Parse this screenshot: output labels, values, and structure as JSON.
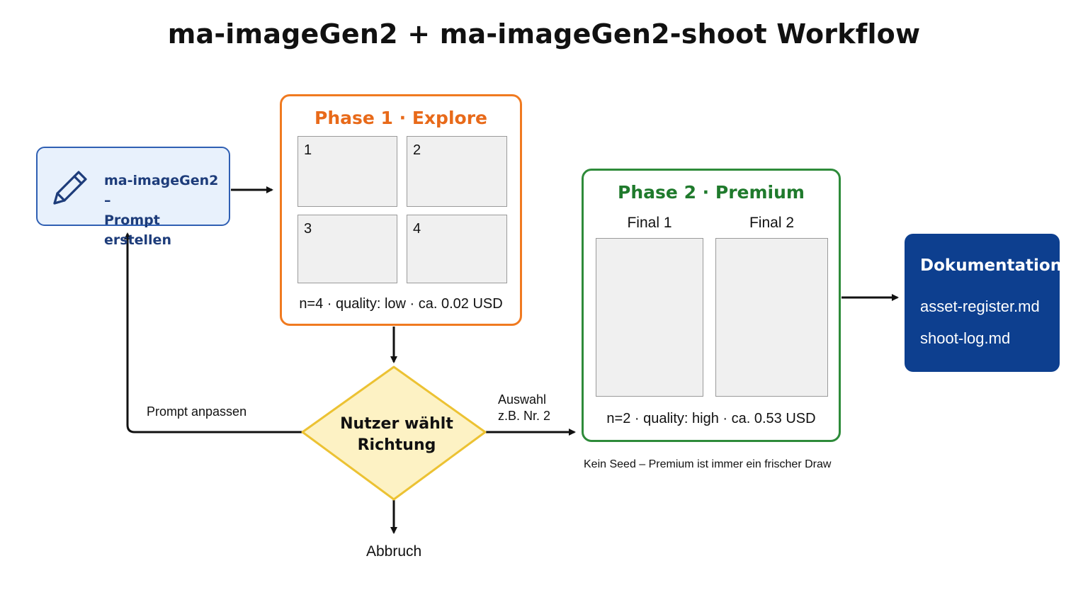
{
  "title": "ma-imageGen2 + ma-imageGen2-shoot Workflow",
  "colors": {
    "prompt_border": "#2f5fb3",
    "prompt_fill": "#e8f1fc",
    "phase1_accent": "#f07a20",
    "phase2_accent": "#2e8b3a",
    "decision_fill": "#fdf2c4",
    "decision_border": "#ecc233",
    "doc_fill": "#0d3f8f"
  },
  "prompt_node": {
    "icon": "pencil-icon",
    "label_line1": "ma-imageGen2 –",
    "label_line2": "Prompt erstellen"
  },
  "phase1": {
    "title": "Phase 1 · Explore",
    "thumbs": [
      "1",
      "2",
      "3",
      "4"
    ],
    "caption": "n=4 · quality: low · ca. 0.02 USD"
  },
  "decision": {
    "label_line1": "Nutzer wählt",
    "label_line2": "Richtung"
  },
  "edges": {
    "loop_back": "Prompt anpassen",
    "select_line1": "Auswahl",
    "select_line2": "z.B. Nr. 2",
    "abort": "Abbruch"
  },
  "phase2": {
    "title": "Phase 2 · Premium",
    "finals": [
      "Final 1",
      "Final 2"
    ],
    "caption": "n=2 · quality: high · ca. 0.53 USD",
    "note": "Kein Seed – Premium ist immer ein frischer Draw"
  },
  "documentation": {
    "title": "Dokumentation",
    "files": [
      "asset-register.md",
      "shoot-log.md"
    ]
  }
}
